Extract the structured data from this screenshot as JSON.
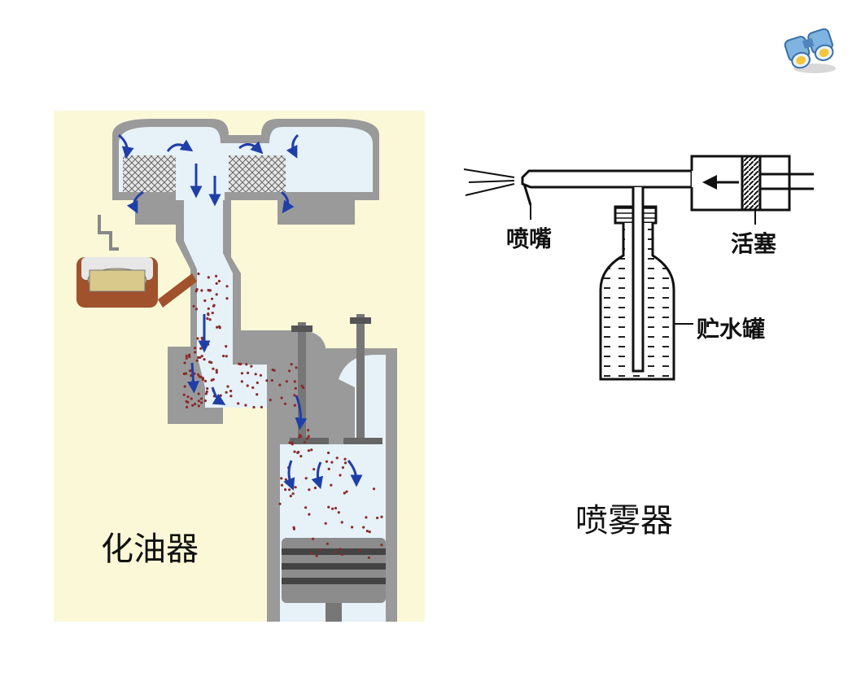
{
  "slide": {
    "carburetor_caption": "化油器",
    "sprayer_caption": "喷雾器",
    "sprayer_labels": {
      "nozzle": "喷嘴",
      "piston": "活塞",
      "water_tank": "贮水罐"
    }
  },
  "icons": {
    "corner": "binoculars-icon"
  },
  "colors": {
    "carb_background": "#fbf8d8",
    "flow_arrow": "#1f3fa8",
    "fuel_droplet": "#8b2a2a",
    "fuel_bowl": "#a0522d"
  }
}
